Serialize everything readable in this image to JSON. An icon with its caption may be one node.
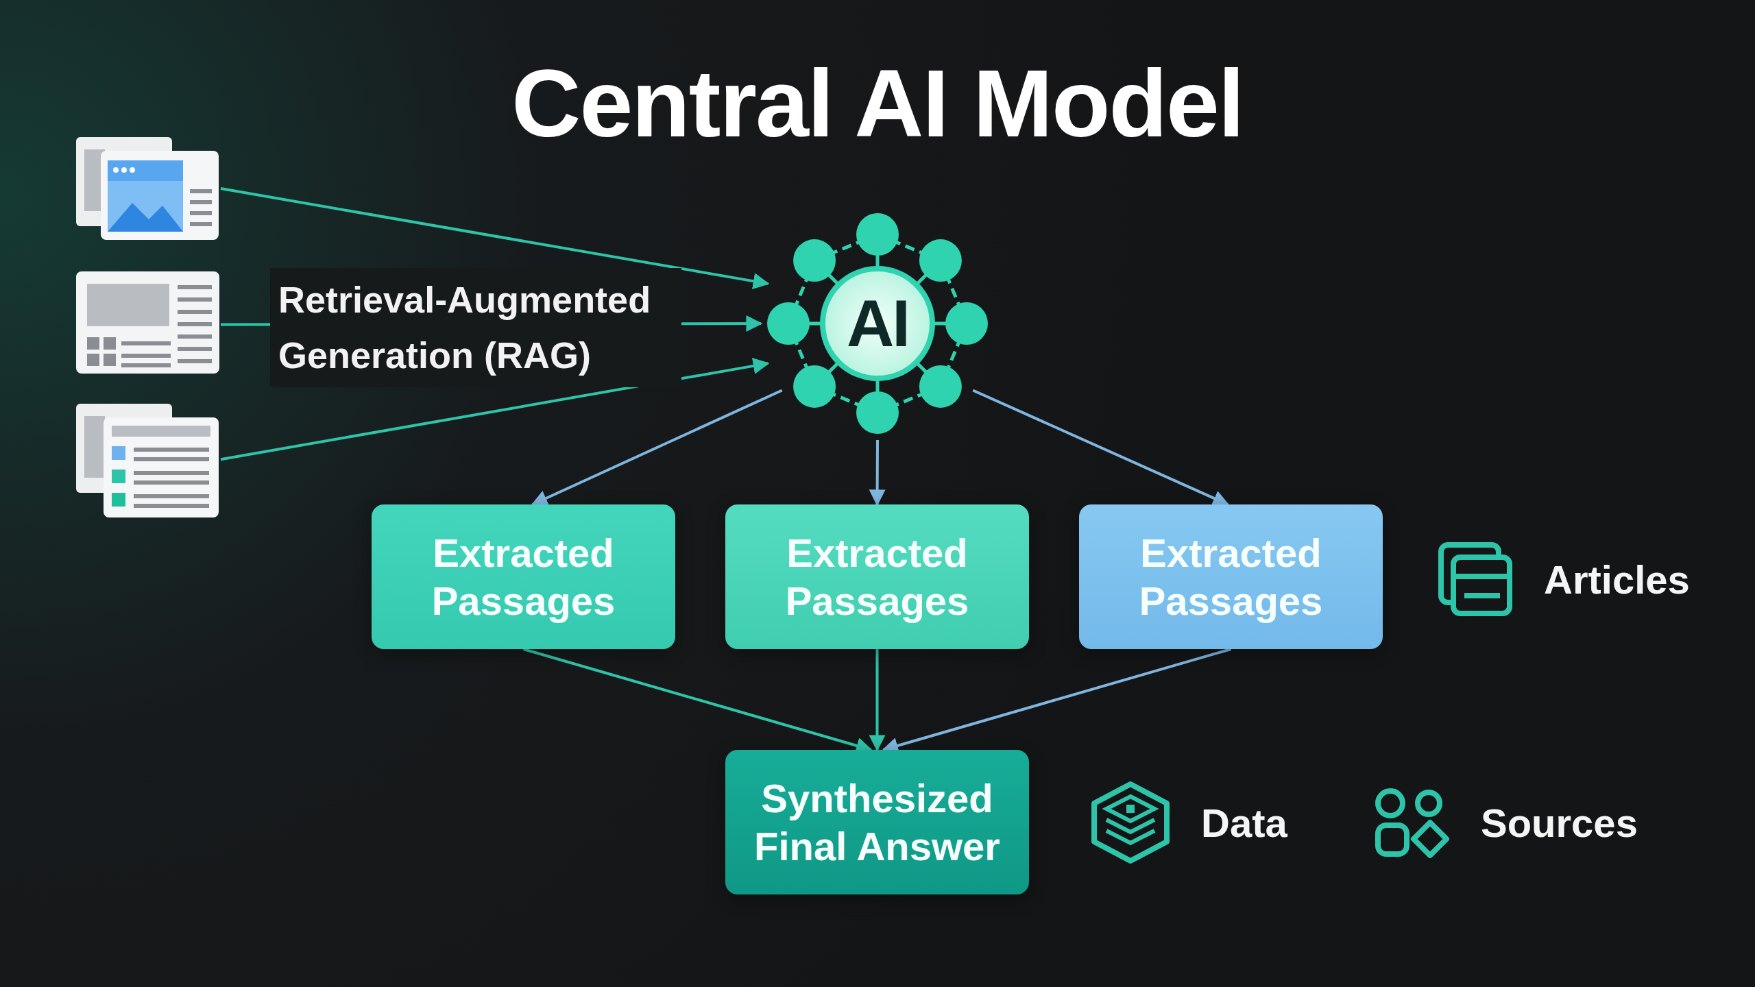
{
  "diagram": {
    "title": "Central AI Model",
    "nodes": [
      {
        "text": [],
        "shape": "picture"
      },
      {
        "text": [],
        "shape": "picture"
      },
      {
        "text": [],
        "shape": "picture"
      },
      {
        "text": [
          "AI"
        ]
      },
      {
        "text": [
          "Extracted Passages"
        ]
      },
      {
        "text": [
          "Extracted Passages"
        ]
      },
      {
        "text": [
          "Extracted Passages"
        ]
      },
      {
        "text": [
          "Synthesized Final Answer"
        ]
      }
    ],
    "edges": [
      {
        "from": 0,
        "to": 3,
        "arrow": "to"
      },
      {
        "from": 1,
        "to": 3,
        "arrow": "to",
        "label": "Retrieval-Augmented Generation (RAG)"
      },
      {
        "from": 2,
        "to": 3,
        "arrow": "to"
      },
      {
        "from": 3,
        "to": 4,
        "arrow": "to",
        "color": "#7fb6e0"
      },
      {
        "from": 3,
        "to": 5,
        "arrow": "to",
        "color": "#7fb6e0"
      },
      {
        "from": 3,
        "to": 6,
        "arrow": "to",
        "color": "#7fb6e0"
      },
      {
        "from": 4,
        "to": 7,
        "arrow": "to"
      },
      {
        "from": 5,
        "to": 7,
        "arrow": "to"
      },
      {
        "from": 6,
        "to": 7,
        "arrow": "to",
        "color": "#7fb6e0"
      }
    ],
    "legend": [
      {
        "text": "Articles"
      },
      {
        "text": "Data"
      },
      {
        "text": "Sources"
      }
    ]
  }
}
